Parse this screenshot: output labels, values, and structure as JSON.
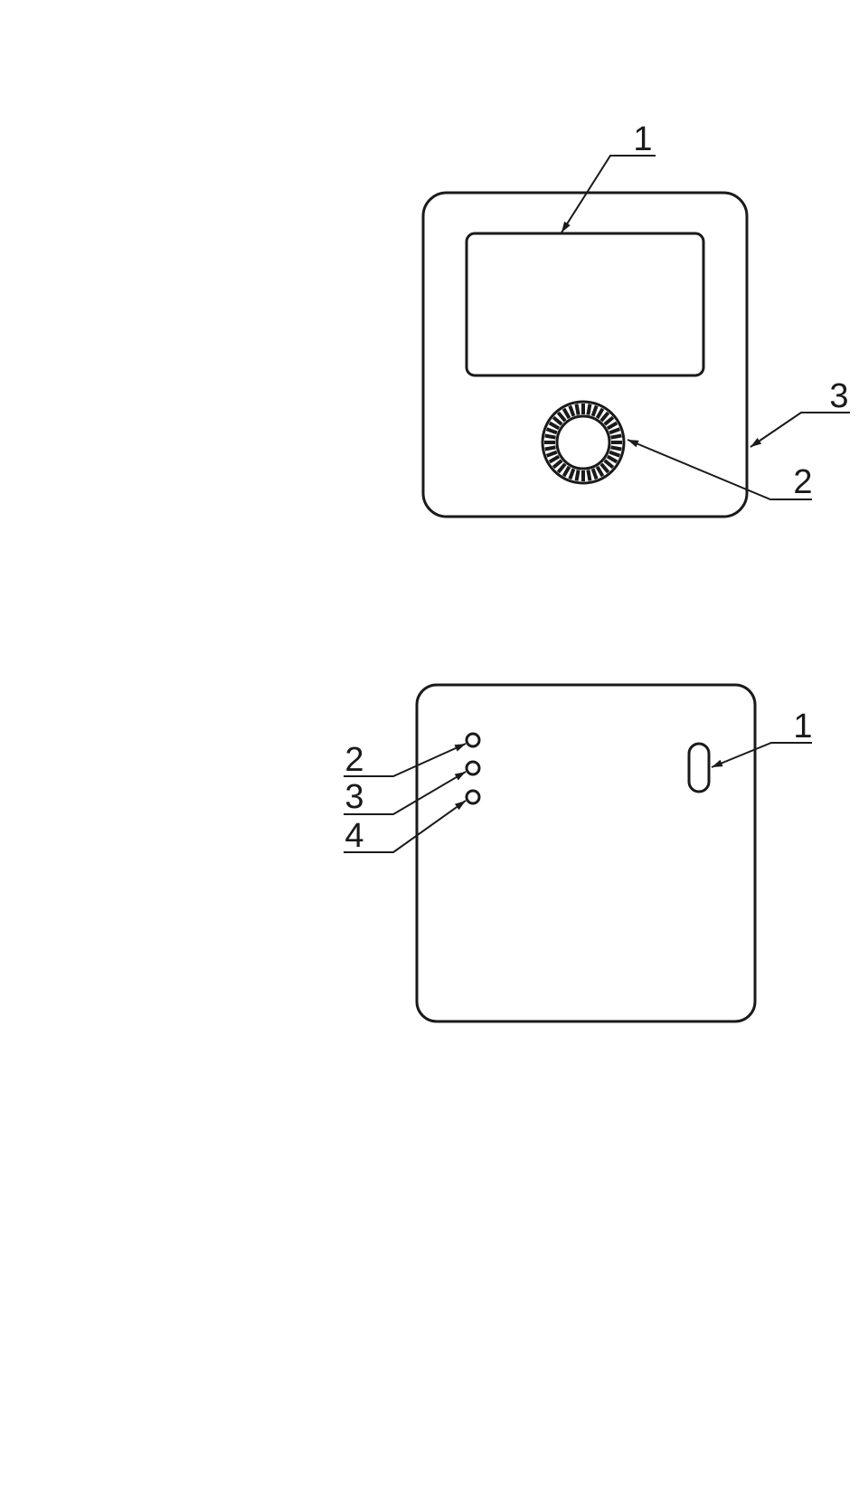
{
  "colors": {
    "line": "#1a1a1a",
    "background": "#ffffff"
  },
  "front_view": {
    "callouts": [
      {
        "id": "display",
        "label": "1"
      },
      {
        "id": "knob",
        "label": "2"
      },
      {
        "id": "housing",
        "label": "3"
      }
    ]
  },
  "back_view": {
    "callouts": [
      {
        "id": "slot",
        "label": "1"
      },
      {
        "id": "hole-a",
        "label": "2"
      },
      {
        "id": "hole-b",
        "label": "3"
      },
      {
        "id": "hole-c",
        "label": "4"
      }
    ]
  }
}
